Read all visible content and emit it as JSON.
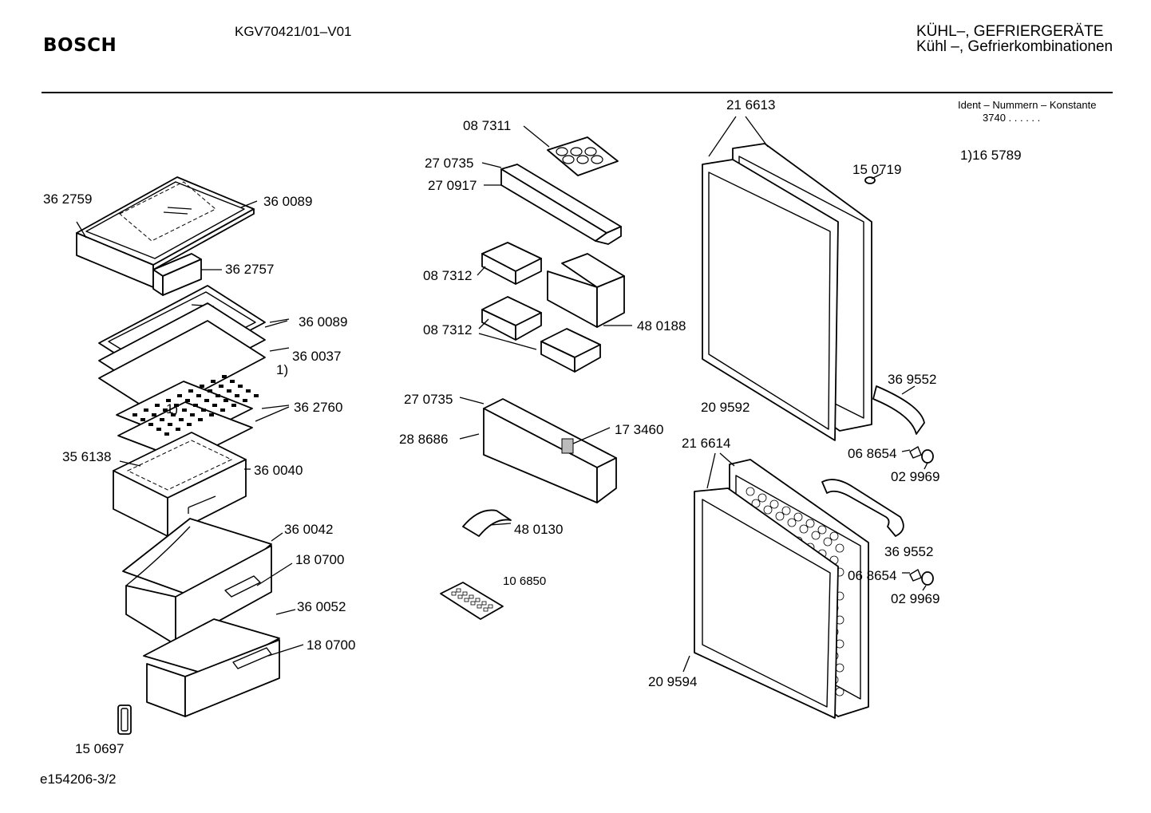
{
  "header": {
    "brand": "BOSCH",
    "model": "KGV70421/01–V01",
    "category_line1": "KÜHL–, GEFRIERGERÄTE",
    "category_line2": "Kühl –, Gefrierkombinationen"
  },
  "ident": {
    "title": "Ident – Nummern – Konstante",
    "value": "3740  .  .    .  .  .  .",
    "reference": "1)16 5789"
  },
  "footer": {
    "doc_id": "e154206-3/2"
  },
  "part_labels": {
    "p362759": "36 2759",
    "p360089_a": "36 0089",
    "p362757": "36 2757",
    "p360089_b": "36 0089",
    "p360037": "36 0037",
    "note_1a": "1)",
    "note_1b": "1)",
    "p362760": "36 2760",
    "p356138": "35 6138",
    "p360040": "36 0040",
    "p360042": "36 0042",
    "p180700_a": "18 0700",
    "p360052": "36 0052",
    "p180700_b": "18 0700",
    "p150697": "15 0697",
    "p087311": "08 7311",
    "p270735_a": "27 0735",
    "p270917": "27 0917",
    "p087312_a": "08 7312",
    "p480188": "48 0188",
    "p087312_b": "08 7312",
    "p270735_b": "27 0735",
    "p288686": "28 8686",
    "p173460": "17 3460",
    "p480130": "48 0130",
    "p106850": "10 6850",
    "p216613": "21 6613",
    "p150719": "15 0719",
    "p369552_a": "36 9552",
    "p209592": "20 9592",
    "p216614": "21 6614",
    "p068654_a": "06 8654",
    "p029969_a": "02 9969",
    "p369552_b": "36 9552",
    "p068654_b": "06 8654",
    "p029969_b": "02 9969",
    "p209594": "20 9594"
  }
}
